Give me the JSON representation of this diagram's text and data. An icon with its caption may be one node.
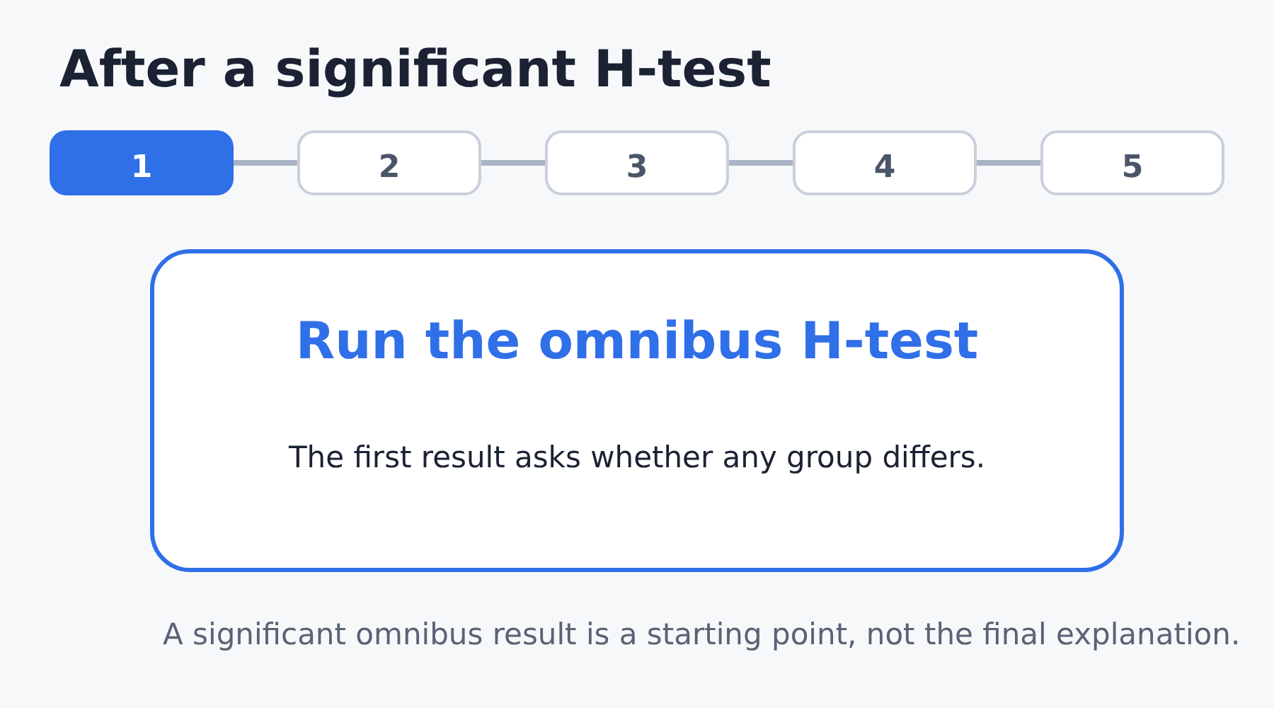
{
  "diagram": {
    "title": "After a significant H-test",
    "caption": "A significant omnibus result is a starting point, not the final explanation.",
    "nodes": [
      {
        "text": [
          "1"
        ]
      },
      {
        "text": [
          "2"
        ]
      },
      {
        "text": [
          "3"
        ]
      },
      {
        "text": [
          "4"
        ]
      },
      {
        "text": [
          "5"
        ]
      },
      {
        "text": [
          "Run the omnibus H-test",
          "The first result asks whether any group differs."
        ]
      }
    ],
    "edges": [
      {
        "from": 0,
        "to": 1,
        "arrow": "none"
      },
      {
        "from": 1,
        "to": 2,
        "arrow": "none"
      },
      {
        "from": 2,
        "to": 3,
        "arrow": "none"
      },
      {
        "from": 3,
        "to": 4,
        "arrow": "none"
      }
    ]
  }
}
